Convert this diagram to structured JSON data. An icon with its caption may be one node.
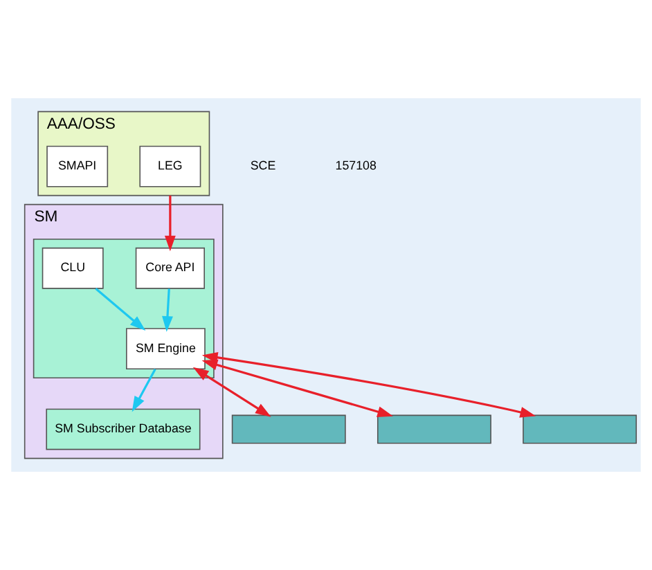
{
  "diagram": {
    "nodes": [
      {
        "text": [
          "AAA/OSS"
        ]
      },
      {
        "text": [
          "LEG"
        ],
        "in": 0
      },
      {
        "text": [
          "SMAPI"
        ],
        "in": 0
      },
      {
        "text": [
          "SM"
        ]
      },
      {
        "text": [
          "SM Subscriber Database"
        ],
        "in": 3
      },
      {
        "text": [],
        "shape": "box",
        "in": 3
      },
      {
        "text": [
          "Core API"
        ],
        "in": 5
      },
      {
        "text": [
          "CLU"
        ],
        "in": 5
      },
      {
        "text": [
          "SM Engine"
        ],
        "in": 5
      },
      {
        "text": [],
        "shape": "box"
      },
      {
        "text": [],
        "shape": "box"
      },
      {
        "text": [],
        "shape": "box"
      }
    ],
    "edges": [
      {
        "from": 0,
        "to": 6,
        "arrow": "to",
        "color": "#e8202a"
      },
      {
        "from": 6,
        "to": 8,
        "arrow": "to",
        "color": "#1ec8f0"
      },
      {
        "from": 8,
        "to": 4,
        "arrow": "to",
        "color": "#1ec8f0"
      },
      {
        "from": 7,
        "to": 8,
        "arrow": "to",
        "color": "#1ec8f0"
      },
      {
        "from": 8,
        "to": 9,
        "arrow": "both",
        "color": "#e8202a"
      },
      {
        "from": 8,
        "to": 10,
        "arrow": "both",
        "color": "#e8202a"
      },
      {
        "from": 8,
        "to": 11,
        "arrow": "both",
        "color": "#e8202a"
      }
    ],
    "labels": [
      "SCE",
      "157108"
    ]
  }
}
